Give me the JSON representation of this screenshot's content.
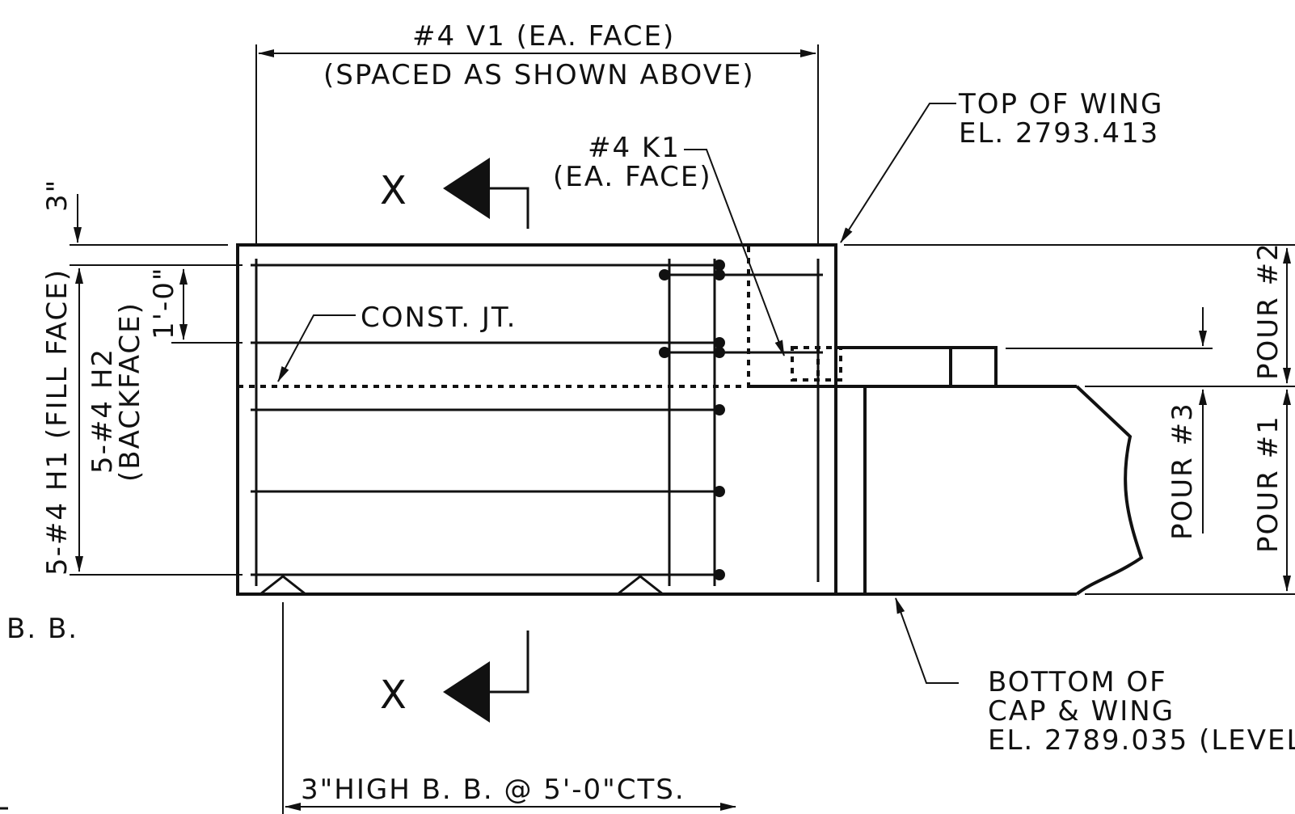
{
  "labels": {
    "v1_line1": "#4 V1 (EA. FACE)",
    "v1_line2": "(SPACED AS SHOWN ABOVE)",
    "top_wing_line1": "TOP OF WING",
    "top_wing_line2": "EL. 2793.413",
    "k1_line1": "#4 K1",
    "k1_line2": "(EA. FACE)",
    "section_x_top": "X",
    "section_x_bottom": "X",
    "dim_3in": "3\"",
    "h1_fill_face": "5-#4 H1 (FILL FACE)",
    "h2_line1": "5-#4 H2",
    "h2_line2": "(BACKFACE)",
    "dim_1ft": "1'-0\"",
    "const_jt": "CONST. JT.",
    "pour_2": "POUR #2",
    "pour_3": "POUR #3",
    "pour_1": "POUR #1",
    "bb": "B. B.",
    "bottom_line1": "BOTTOM OF",
    "bottom_line2": "CAP & WING",
    "bottom_line3": "EL. 2789.035 (LEVEL",
    "bb_spacing": "3\"HIGH B. B. @ 5'-0\"CTS."
  },
  "colors": {
    "ink": "#111111",
    "paper": "#ffffff"
  }
}
